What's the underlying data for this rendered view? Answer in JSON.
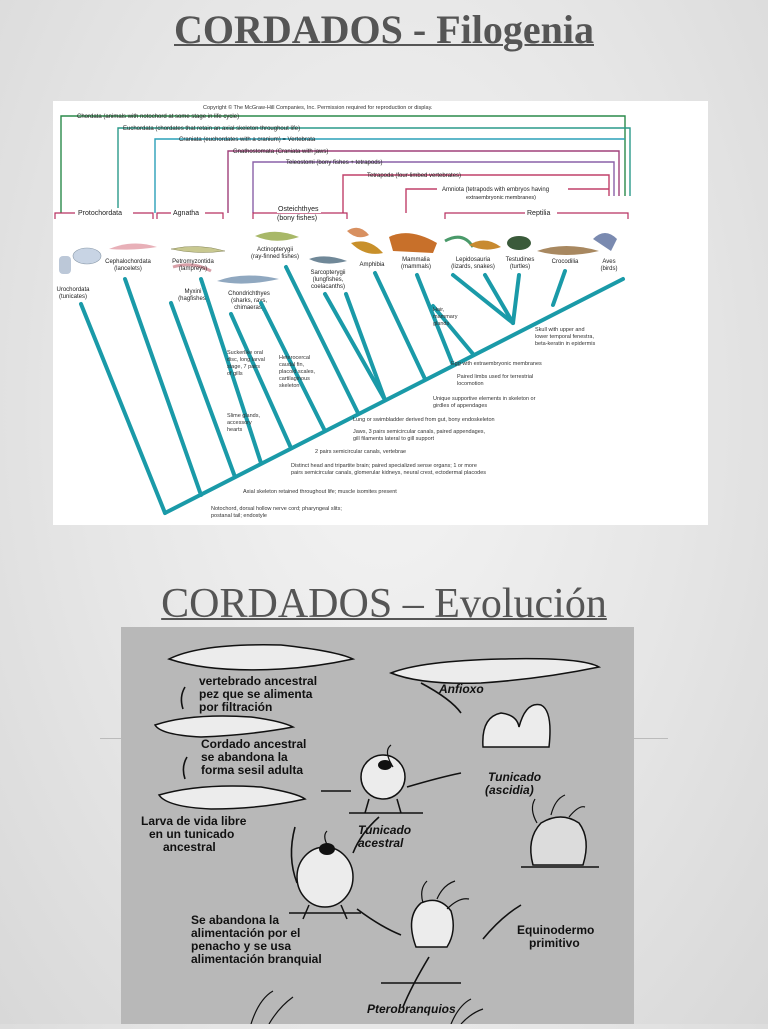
{
  "slide1": {
    "title": "CORDADOS - Filogenia"
  },
  "slide2": {
    "title": "CORDADOS – Evolución"
  },
  "phylogeny": {
    "copyright": "Copyright © The McGraw-Hill Companies, Inc. Permission required for reproduction or display.",
    "brackets": [
      "Chordata (animals with notochord at some stage in life cycle)",
      "Euchordata (chordates that retain an axial skeleton throughout life)",
      "Craniata (euchordates with a cranium) = Vertebrata",
      "Gnathostomata (Craniata with jaws)",
      "Teleostomi (bony fishes + tetrapods)",
      "Tetrapoda (four-limbed vertebrates)",
      "Amniota (tetrapods with embryos having",
      "extraembryonic membranes)"
    ],
    "groups": [
      "Protochordata",
      "Agnatha",
      "Osteichthyes",
      "(bony fishes)",
      "Reptilia"
    ],
    "taxa": {
      "urochordata": [
        "Urochordata",
        "(tunicates)"
      ],
      "cephalochordata": [
        "Cephalochordata",
        "(lancelets)"
      ],
      "petromyzontida": [
        "Petromyzontida",
        "(lampreys)"
      ],
      "myxini": [
        "Myxini",
        "(hagfishes)"
      ],
      "chondrichthyes": [
        "Chondrichthyes",
        "(sharks, rays,",
        "chimaeras)"
      ],
      "actinopterygii": [
        "Actinopterygii",
        "(ray-finned fishes)"
      ],
      "sarcopterygii": [
        "Sarcopterygii",
        "(lungfishes,",
        "coelacanths)"
      ],
      "amphibia": [
        "Amphibia"
      ],
      "mammalia": [
        "Mammalia",
        "(mammals)"
      ],
      "lepidosauria": [
        "Lepidosauria",
        "(lizards, snakes)"
      ],
      "testudines": [
        "Testudines",
        "(turtles)"
      ],
      "crocodilia": [
        "Crocodilia"
      ],
      "aves": [
        "Aves",
        "(birds)"
      ]
    },
    "characters": {
      "hair": [
        "Hair,",
        "mammary",
        "glands"
      ],
      "skull": [
        "Skull with upper and",
        "lower temporal fenestra,",
        "beta-keratin in epidermis"
      ],
      "egg": "Egg with extraembryonic membranes",
      "paired_limbs": [
        "Paired limbs used for terrestrial",
        "locomotion"
      ],
      "unique_skeleton": [
        "Unique supportive elements in skeleton or",
        "girdles of appendages"
      ],
      "lung": "Lung or swimbladder derived from gut, bony endoskeleton",
      "suckerlike": [
        "Suckerlike oral",
        "disc, long larval",
        "stage, 7 pairs",
        "of gills"
      ],
      "heterocercal": [
        "Heterocercal",
        "caudal fin,",
        "placoid scales,",
        "cartilaginous",
        "skeleton"
      ],
      "slime": [
        "Slime glands,",
        "accessory",
        "hearts"
      ],
      "jaws": [
        "Jaws, 3 pairs semicircular canals, paired appendages,",
        "gill filaments lateral to gill support"
      ],
      "canals": "2 pairs semicircular canals, vertebrae",
      "head": [
        "Distinct head and tripartite brain; paired specialized sense organs; 1 or more",
        "pairs semicircular canals, glomerular kidneys, neural crest, ectodermal placodes"
      ],
      "axial": "Axial skeleton retained throughout life; muscle isomites present",
      "notochord": [
        "Notochord, dorsal hollow nerve cord; pharyngeal slits;",
        "postanal tail; endostyle"
      ]
    }
  },
  "evolution": {
    "labels": {
      "vertebrado": [
        "vertebrado ancestral",
        "pez que se alimenta",
        "por filtración"
      ],
      "anfioxo": "Anfioxo",
      "cordado": [
        "Cordado ancestral",
        "se abandona la",
        "forma sesil adulta"
      ],
      "tunicado_ascidia": [
        "Tunicado",
        "(ascidia)"
      ],
      "larva": [
        "Larva de vida libre",
        "en un tunicado",
        "ancestral"
      ],
      "tunicado_acestral": [
        "Tunicado",
        "acestral"
      ],
      "equinodermo": [
        "Equinodermo",
        "primitivo"
      ],
      "alimentacion": [
        "Se abandona la",
        "alimentación por el",
        "penacho y se usa",
        "alimentación branquial"
      ],
      "pterobranquios": "Pterobranquios"
    }
  },
  "colors": {
    "title": "#555555",
    "tree": "#1a9aa8",
    "chordata_bracket": "#2a8a4a",
    "craniata_bracket": "#2aa0b8",
    "gnathostomata_bracket": "#a0407a",
    "tetrapoda_bracket": "#c0406a",
    "reptilia_bracket": "#b83060"
  }
}
